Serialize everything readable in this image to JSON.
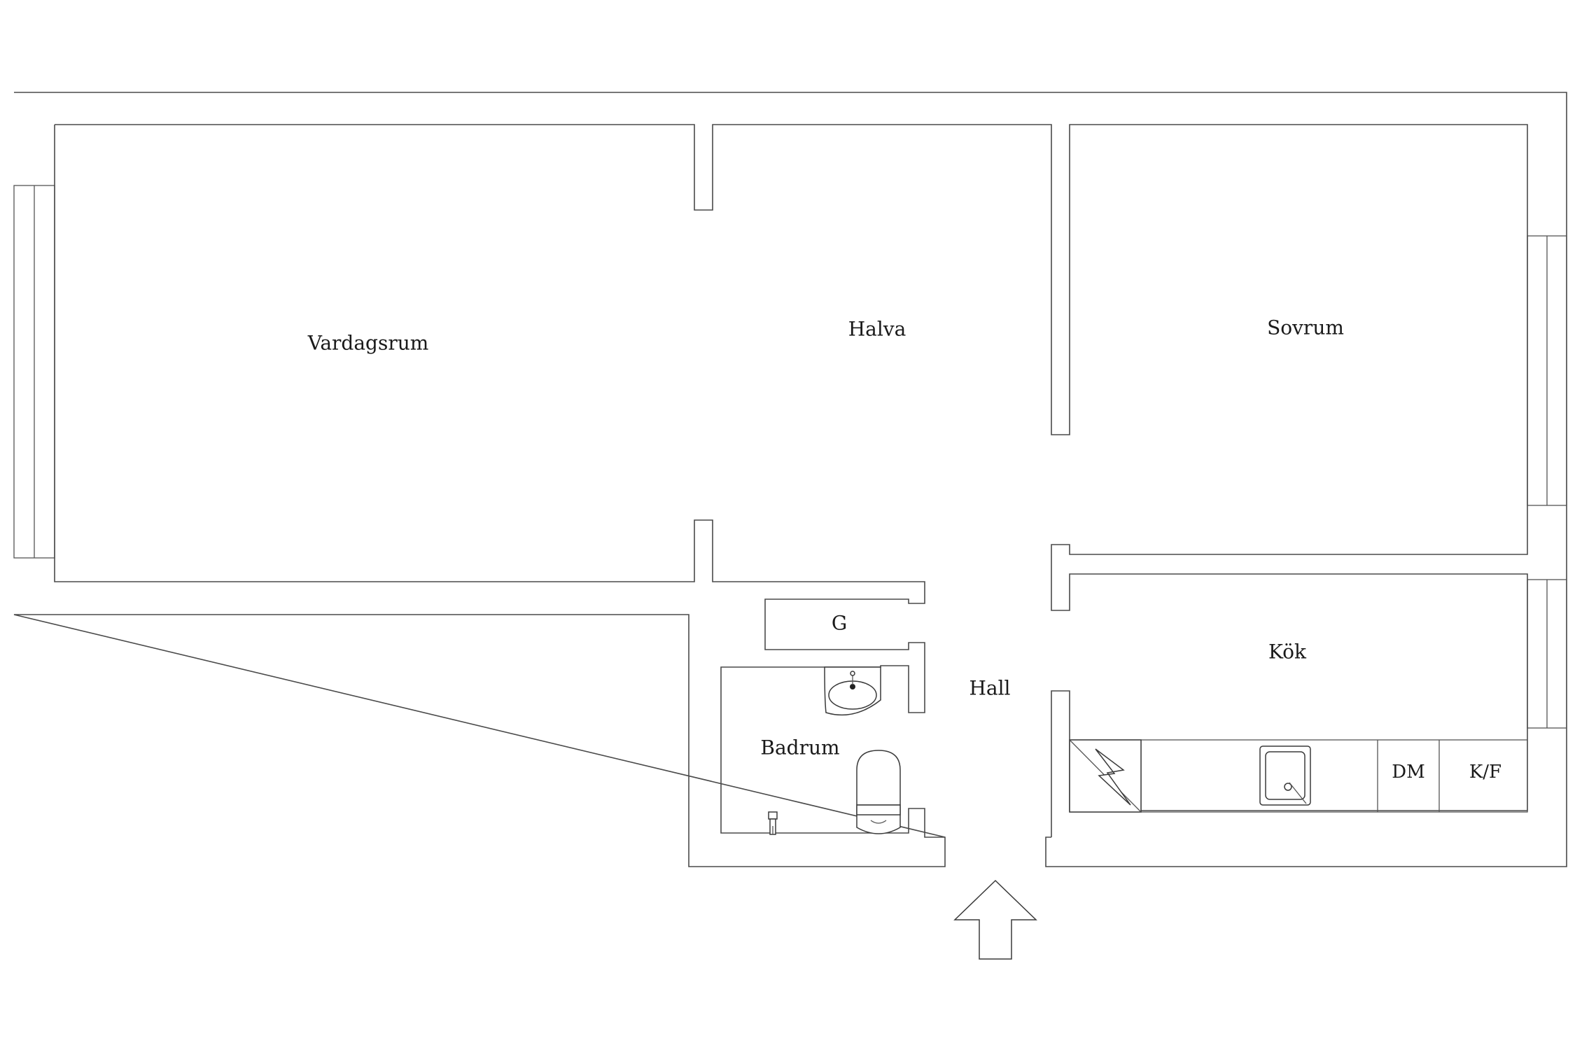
{
  "rooms": {
    "vardagsrum": "Vardagsrum",
    "halva": "Halva",
    "sovrum": "Sovrum",
    "kok": "Kök",
    "hall": "Hall",
    "badrum": "Badrum",
    "garderob": "G"
  },
  "kitchen": {
    "dishwasher": "DM",
    "fridge_freezer": "K/F"
  }
}
